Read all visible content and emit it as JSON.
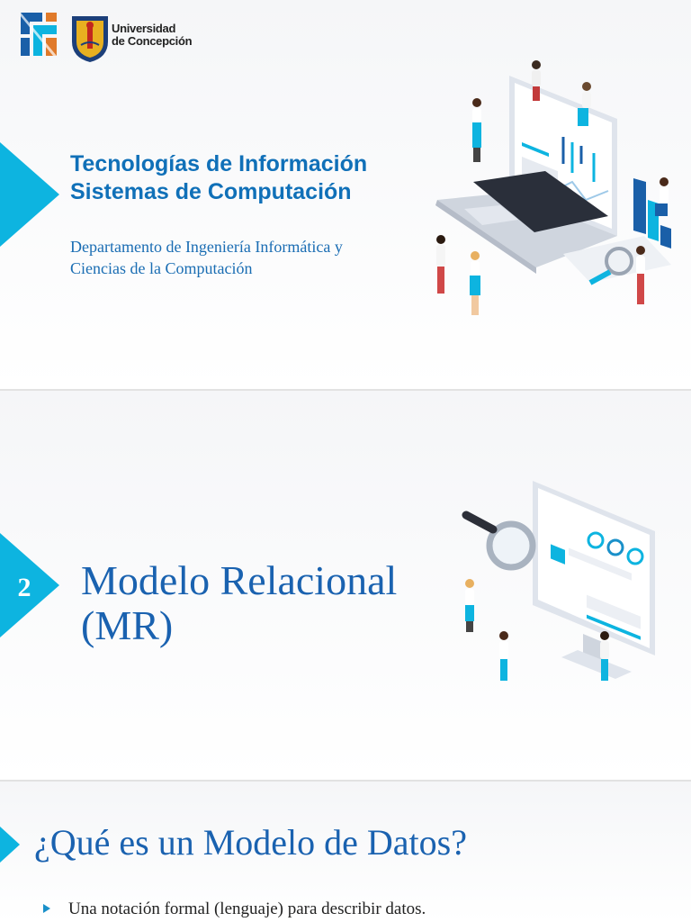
{
  "slide1": {
    "logo_uc_line1": "Universidad",
    "logo_uc_line2": "de Concepción",
    "title_line1": "Tecnologías de Información",
    "title_line2": "Sistemas de Computación",
    "subtitle_line1": "Departamento de Ingeniería Informática y",
    "subtitle_line2": "Ciencias de la Computación"
  },
  "slide2": {
    "number": "2",
    "title_line1": "Modelo Relacional",
    "title_line2": "(MR)"
  },
  "slide3": {
    "title": "¿Qué es un Modelo de Datos?",
    "bullets": [
      "Una notación formal (lenguaje) para describir datos."
    ]
  },
  "colors": {
    "accent": "#0db4e0",
    "title_blue": "#1070b8",
    "serif_blue": "#1a62b0"
  }
}
